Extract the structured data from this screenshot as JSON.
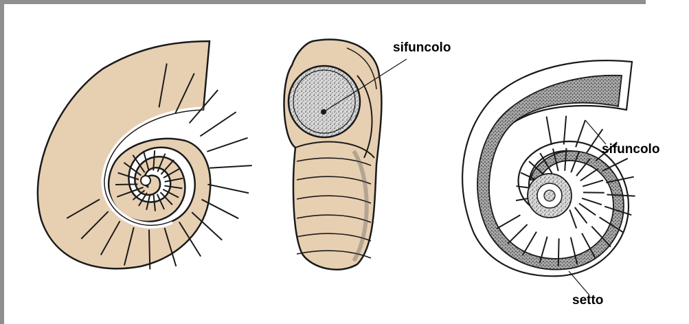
{
  "labels": {
    "sifuncolo_top": "sifuncolo",
    "sifuncolo_right": "sifuncolo",
    "setto": "setto"
  },
  "colors": {
    "shell_fill": "#e7cfb2",
    "border": "#8a8a8a",
    "line": "#1a1a1a",
    "section_shade": "#bdbdbd"
  }
}
